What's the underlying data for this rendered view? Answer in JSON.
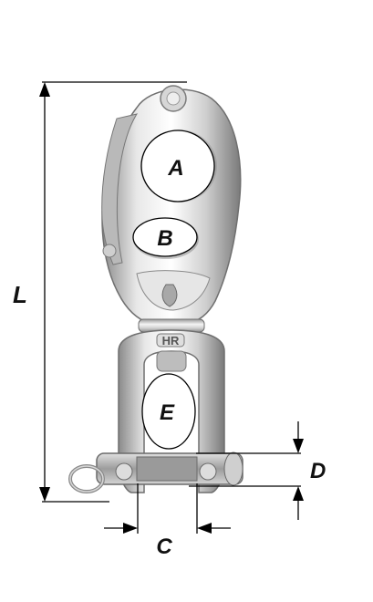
{
  "diagram": {
    "labels": {
      "L": "L",
      "A": "A",
      "B": "B",
      "E": "E",
      "C": "C",
      "D": "D"
    },
    "engraving": "HR"
  },
  "colors": {
    "line": "#000000",
    "label_fill": "#ffffff",
    "metal_light": "#f2f2f2",
    "metal_mid": "#c8c8c8",
    "metal_dark": "#7a7a7a"
  }
}
